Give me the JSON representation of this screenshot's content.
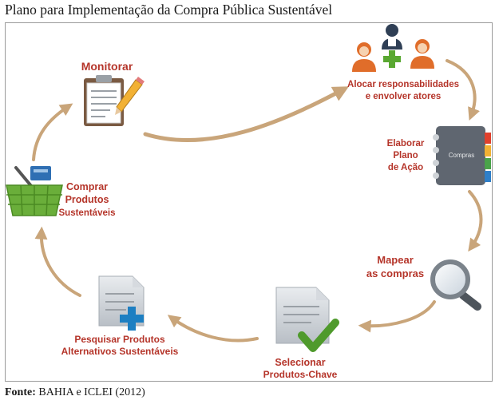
{
  "title": "Plano para Implementação da Compra Pública Sustentável",
  "source": {
    "label": "Fonte:",
    "text": "BAHIA e ICLEI (2012)"
  },
  "steps": {
    "monitorar": {
      "line1": "Monitorar"
    },
    "alocar": {
      "line1": "Alocar responsabilidades",
      "line2": "e envolver atores"
    },
    "elaborar": {
      "line1": "Elaborar",
      "line2": "Plano",
      "line3": "de Ação"
    },
    "mapear": {
      "line1": "Mapear",
      "line2": "as compras"
    },
    "selecionar": {
      "line1": "Selecionar",
      "line2": "Produtos-Chave"
    },
    "pesquisar": {
      "line1": "Pesquisar Produtos",
      "line2": "Alternativos Sustentáveis"
    },
    "comprar": {
      "line1": "Comprar",
      "line2": "Produtos",
      "line3": "Sustentáveis"
    }
  },
  "binder_label": "Compras",
  "colors": {
    "label_red": "#b5352a",
    "arrow": "#c9a57a",
    "basket_green": "#6aae3a",
    "check_green": "#4f9a2c",
    "plus_blue": "#1d7fc2",
    "binder_gray": "#5f6670"
  }
}
